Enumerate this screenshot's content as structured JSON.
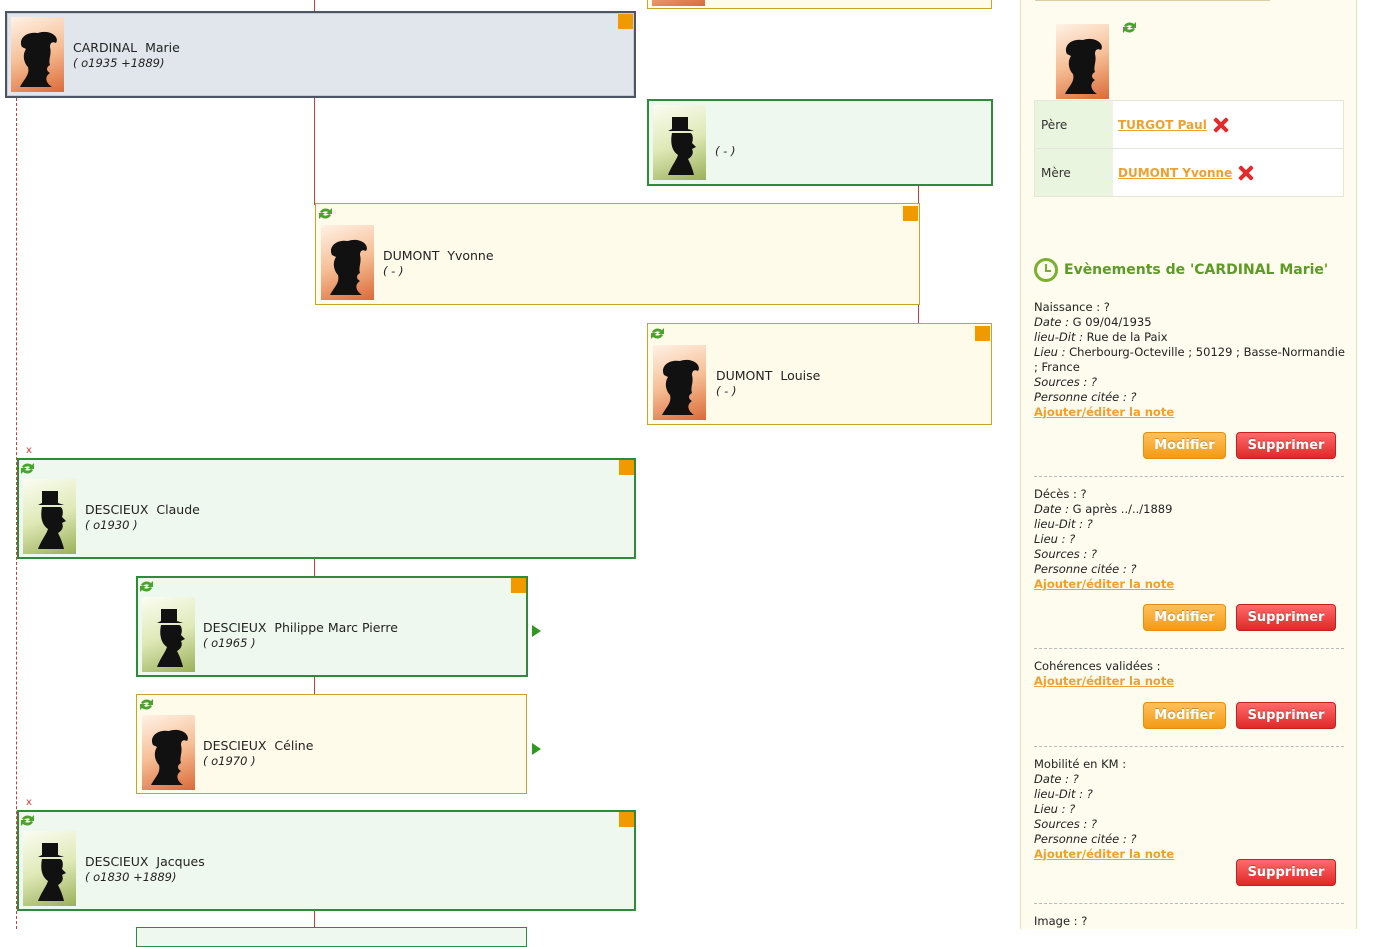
{
  "persons": {
    "cardinal_marie": {
      "name": "CARDINAL  Marie",
      "dates": "( o1935 +1889)"
    },
    "father_unknown": {
      "name": "",
      "dates": "( - )"
    },
    "dumont_yvonne": {
      "name": "DUMONT  Yvonne",
      "dates": "( - )"
    },
    "dumont_louise": {
      "name": "DUMONT  Louise",
      "dates": "( - )"
    },
    "descieux_claude": {
      "name": "DESCIEUX  Claude",
      "dates": "( o1930 )"
    },
    "descieux_philippe": {
      "name": "DESCIEUX  Philippe Marc Pierre",
      "dates": "( o1965 )"
    },
    "descieux_celine": {
      "name": "DESCIEUX  Céline",
      "dates": "( o1970 )"
    },
    "descieux_jacques": {
      "name": "DESCIEUX  Jacques",
      "dates": "( o1830 +1889)"
    }
  },
  "tree_marks": {
    "x1": "x",
    "x2": "x"
  },
  "panel": {
    "relations": [
      {
        "label": "Père",
        "value": "TURGOT Paul "
      },
      {
        "label": "Mère",
        "value": "DUMONT Yvonne "
      }
    ],
    "events_title": "Evènements de 'CARDINAL Marie'",
    "note_link": "Ajouter/éditer la note",
    "btn_modify": "Modifier",
    "btn_delete": "Supprimer",
    "birth": {
      "title": "Naissance : ?",
      "date_label": "Date :",
      "date_value": " G 09/04/1935",
      "place_label": "lieu-Dit :",
      "place_value": " Rue de la Paix",
      "lieu_label": "Lieu :",
      "lieu_value": " Cherbourg-Octeville ; 50129 ; Basse-Normandie ; France",
      "sources_label": "Sources : ?",
      "cited_label": "Personne citée : ?"
    },
    "death": {
      "title": "Décès : ?",
      "date_label": "Date :",
      "date_value": " G après ../../1889",
      "place_label": "lieu-Dit : ?",
      "lieu_label": "Lieu : ?",
      "sources_label": "Sources : ?",
      "cited_label": "Personne citée : ?"
    },
    "coherence": {
      "title": "Cohérences validées :"
    },
    "mobility": {
      "title": "Mobilité en KM :",
      "date_label": "Date : ?",
      "place_label": "lieu-Dit : ?",
      "lieu_label": "Lieu : ?",
      "sources_label": "Sources : ?",
      "cited_label": "Personne citée : ?"
    },
    "image": {
      "title": "Image : ?"
    }
  }
}
